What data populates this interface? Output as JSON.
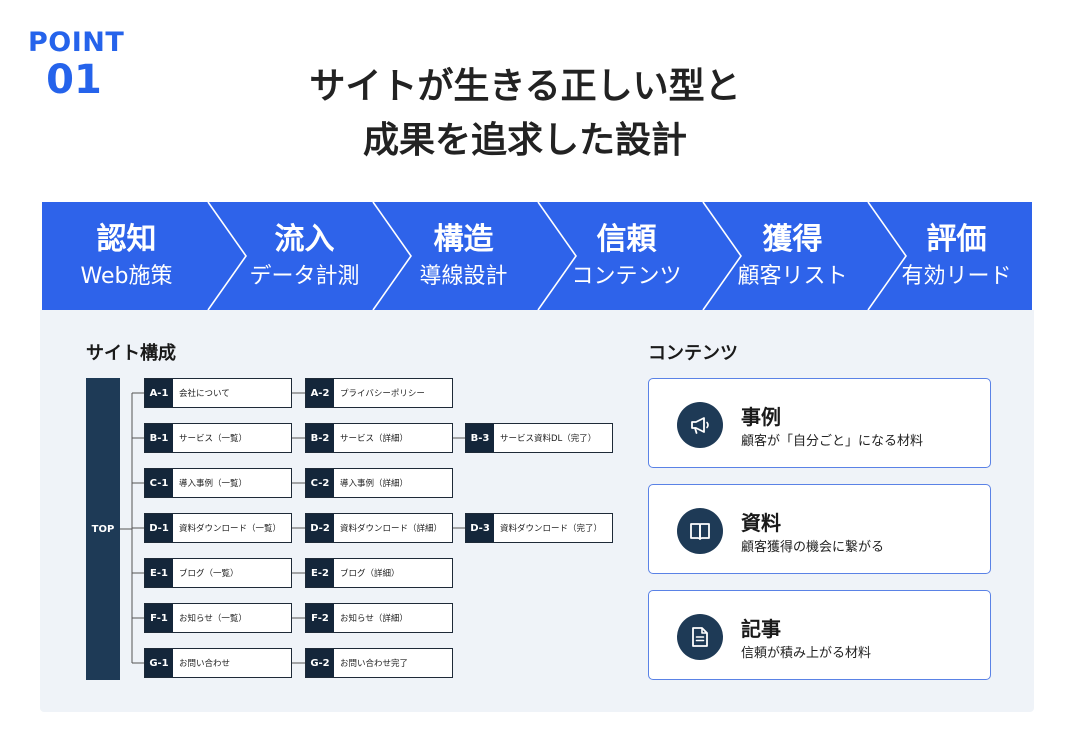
{
  "point": {
    "label": "POINT",
    "number": "01"
  },
  "headline": {
    "line1": "サイトが生きる正しい型と",
    "line2": "成果を追求した設計"
  },
  "stages": [
    {
      "title": "認知",
      "sub": "Web施策"
    },
    {
      "title": "流入",
      "sub": "データ計測"
    },
    {
      "title": "構造",
      "sub": "導線設計"
    },
    {
      "title": "信頼",
      "sub": "コンテンツ"
    },
    {
      "title": "獲得",
      "sub": "顧客リスト"
    },
    {
      "title": "評価",
      "sub": "有効リード"
    }
  ],
  "site": {
    "title": "サイト構成",
    "top_label": "TOP",
    "rows": [
      [
        {
          "code": "A-1",
          "name": "会社について"
        },
        {
          "code": "A-2",
          "name": "プライバシーポリシー"
        }
      ],
      [
        {
          "code": "B-1",
          "name": "サービス（一覧）"
        },
        {
          "code": "B-2",
          "name": "サービス（詳細）"
        },
        {
          "code": "B-3",
          "name": "サービス資料DL（完了）"
        }
      ],
      [
        {
          "code": "C-1",
          "name": "導入事例（一覧）"
        },
        {
          "code": "C-2",
          "name": "導入事例（詳細）"
        }
      ],
      [
        {
          "code": "D-1",
          "name": "資料ダウンロード（一覧）"
        },
        {
          "code": "D-2",
          "name": "資料ダウンロード（詳細）"
        },
        {
          "code": "D-3",
          "name": "資料ダウンロード（完了）"
        }
      ],
      [
        {
          "code": "E-1",
          "name": "ブログ（一覧）"
        },
        {
          "code": "E-2",
          "name": "ブログ（詳細）"
        }
      ],
      [
        {
          "code": "F-1",
          "name": "お知らせ（一覧）"
        },
        {
          "code": "F-2",
          "name": "お知らせ（詳細）"
        }
      ],
      [
        {
          "code": "G-1",
          "name": "お問い合わせ"
        },
        {
          "code": "G-2",
          "name": "お問い合わせ完了"
        }
      ]
    ]
  },
  "contents": {
    "title": "コンテンツ",
    "cards": [
      {
        "icon": "megaphone-icon",
        "title": "事例",
        "desc": "顧客が「自分ごと」になる材料"
      },
      {
        "icon": "book-icon",
        "title": "資料",
        "desc": "顧客獲得の機会に繋がる"
      },
      {
        "icon": "document-icon",
        "title": "記事",
        "desc": "信頼が積み上がる材料"
      }
    ]
  },
  "colors": {
    "accent": "#2e63ea",
    "navy": "#1e3a56",
    "panel": "#eff3f8"
  }
}
